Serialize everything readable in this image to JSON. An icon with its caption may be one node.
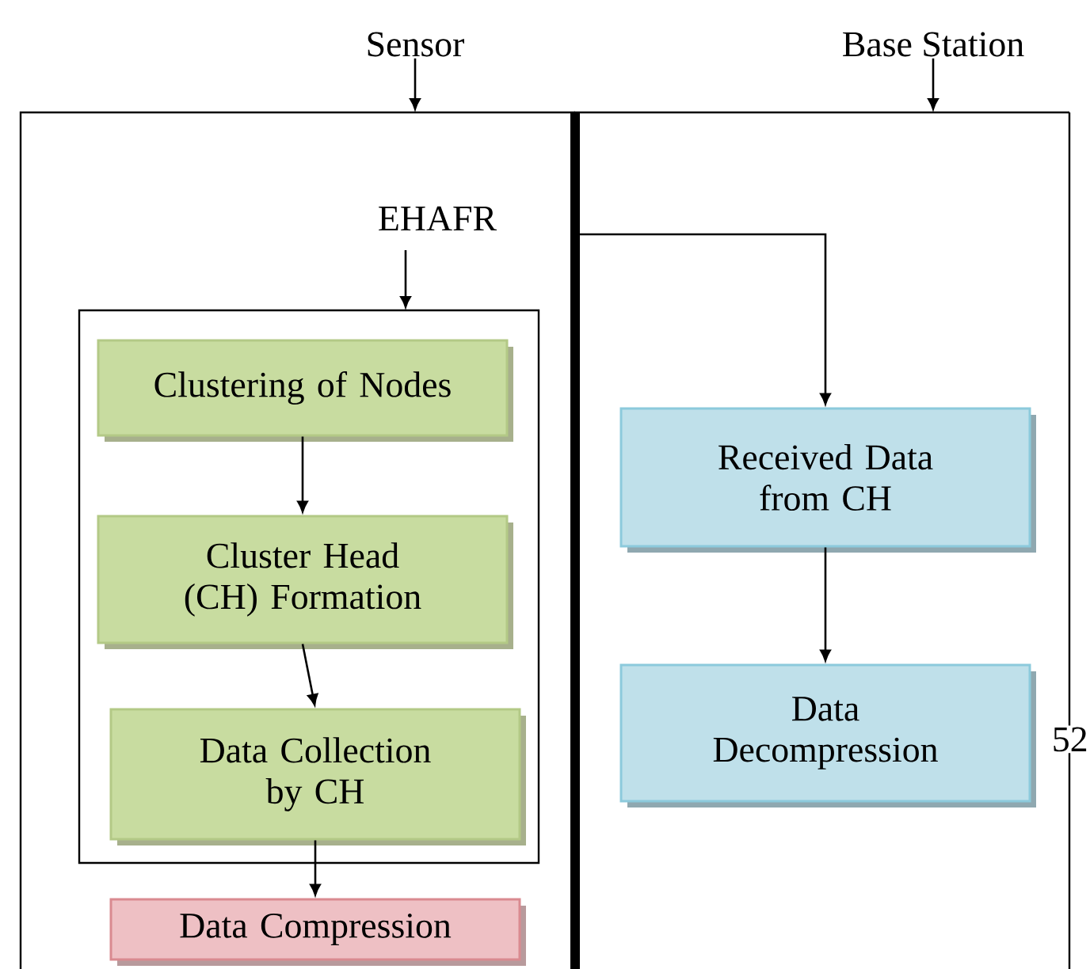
{
  "diagram": {
    "nodes": [
      {
        "text": [
          "Sensor"
        ]
      },
      {
        "text": [
          "Base Station"
        ]
      },
      {
        "text": [],
        "shape": "box"
      },
      {
        "text": [],
        "shape": "box"
      },
      {
        "text": [
          "EHAFR"
        ],
        "in": 2
      },
      {
        "text": [],
        "shape": "box",
        "in": 2
      },
      {
        "text": [
          "Clustering of Nodes"
        ],
        "in": 5
      },
      {
        "text": [
          "Cluster Head (CH) Formation"
        ],
        "in": 5
      },
      {
        "text": [
          "Data Collection by CH"
        ],
        "in": 5
      },
      {
        "text": [
          "Data Compression"
        ],
        "in": 2
      },
      {
        "text": [
          "Received Data from CH"
        ],
        "in": 3
      },
      {
        "text": [
          "Data Decompression"
        ],
        "in": 3
      }
    ],
    "edges": [
      {
        "from": 0,
        "to": 2,
        "arrow": "to"
      },
      {
        "from": 1,
        "to": 3,
        "arrow": "to"
      },
      {
        "from": 4,
        "to": 5,
        "arrow": "to"
      },
      {
        "from": 6,
        "to": 7,
        "arrow": "to"
      },
      {
        "from": 7,
        "to": 8,
        "arrow": "to"
      },
      {
        "from": 8,
        "to": 9,
        "arrow": "to"
      },
      {
        "from": 2,
        "to": 10,
        "arrow": "to"
      },
      {
        "from": 10,
        "to": 11,
        "arrow": "to"
      }
    ],
    "labels": [
      "52"
    ]
  }
}
